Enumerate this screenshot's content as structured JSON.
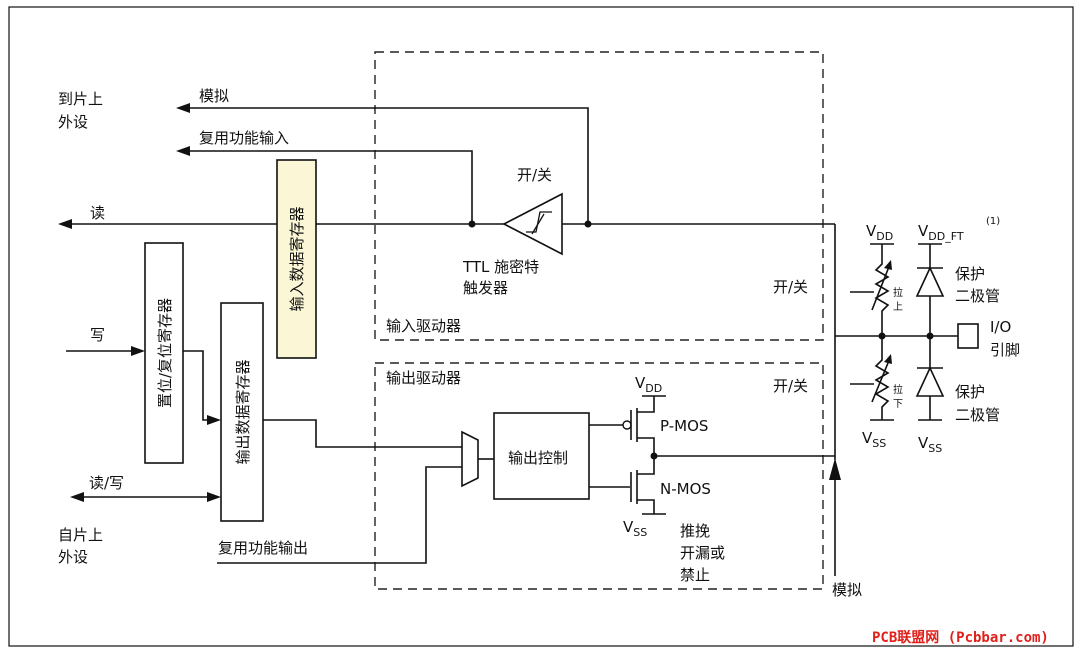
{
  "labels": {
    "to_periph_1": "到片上",
    "to_periph_2": "外设",
    "analog_in": "模拟",
    "alt_in": "复用功能输入",
    "read": "读",
    "input_data_reg": "输入数据寄存器",
    "switch_in": "开/关",
    "ttl_1": "TTL 施密特",
    "ttl_2": "触发器",
    "input_driver": "输入驱动器",
    "write": "写",
    "bsrr": "置位/复位寄存器",
    "output_data_reg": "输出数据寄存器",
    "read_write": "读/写",
    "from_periph_1": "自片上",
    "from_periph_2": "外设",
    "alt_out": "复用功能输出",
    "output_driver": "输出驱动器",
    "output_ctrl": "输出控制",
    "vdd_main": "V",
    "vdd_sub": "DD",
    "pmos": "P-MOS",
    "nmos": "N-MOS",
    "vss_main": "V",
    "vss_sub": "SS",
    "mode_1": "推挽",
    "mode_2": "开漏或",
    "mode_3": "禁止",
    "switch_in2": "开/关",
    "switch_out": "开/关",
    "vdd_ft_main": "V",
    "vdd_ft_sub": "DD_FT",
    "note_1": "(1)",
    "pull_up_1": "拉",
    "pull_up_2": "上",
    "pull_down_1": "拉",
    "pull_down_2": "下",
    "prot_1": "保护",
    "prot_2": "二极管",
    "io_1": "I/O",
    "io_2": "引脚",
    "analog_bottom": "模拟",
    "watermark": "PCB联盟网 (Pcbbar.com)"
  },
  "colors": {
    "register_fill": "#fbf6d6",
    "watermark": "#e0201a"
  }
}
